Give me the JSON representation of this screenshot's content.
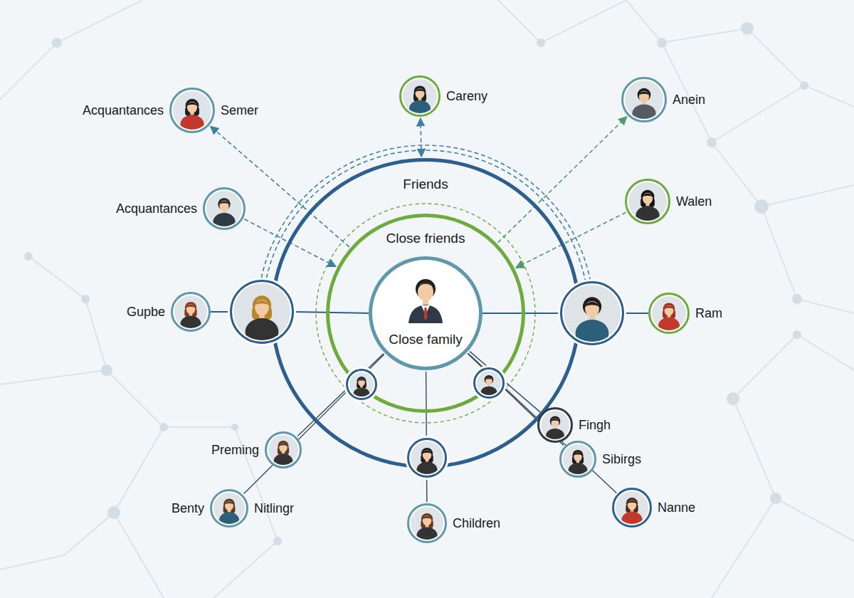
{
  "diagram": {
    "nodes": [
      {
        "text": [
          "Friends"
        ]
      },
      {
        "text": [
          "Close friends"
        ],
        "in": 0
      },
      {
        "text": [
          "Close family"
        ],
        "in": 1
      },
      {
        "text": [
          "Acquantances",
          "Semer"
        ]
      },
      {
        "text": [
          "Careny"
        ]
      },
      {
        "text": [
          "Anein"
        ]
      },
      {
        "text": [
          "Acquantances"
        ]
      },
      {
        "text": [
          "Walen"
        ]
      },
      {
        "text": [
          "Gupbe"
        ]
      },
      {
        "text": [
          "Ram"
        ]
      },
      {
        "text": [
          "Preming"
        ]
      },
      {
        "text": [
          "Benty",
          "Nitlingr"
        ]
      },
      {
        "text": [
          "Fingh"
        ]
      },
      {
        "text": [
          "Sibirgs"
        ]
      },
      {
        "text": [
          "Nanne"
        ]
      },
      {
        "text": [
          "Children"
        ]
      }
    ],
    "edges": [
      {
        "from": 1,
        "to": 3,
        "arrow": "to"
      },
      {
        "from": 0,
        "to": 4,
        "arrow": "both"
      },
      {
        "from": 1,
        "to": 5,
        "arrow": "to"
      },
      {
        "from": 6,
        "to": 1,
        "arrow": "to"
      },
      {
        "from": 7,
        "to": 1,
        "arrow": "to"
      },
      {
        "from": 2,
        "to": 10,
        "arrow": "none"
      },
      {
        "from": 2,
        "to": 11,
        "arrow": "none"
      },
      {
        "from": 2,
        "to": 15,
        "arrow": "none"
      },
      {
        "from": 2,
        "to": 12,
        "arrow": "none"
      },
      {
        "from": 2,
        "to": 13,
        "arrow": "none"
      },
      {
        "from": 2,
        "to": 14,
        "arrow": "none"
      }
    ]
  }
}
